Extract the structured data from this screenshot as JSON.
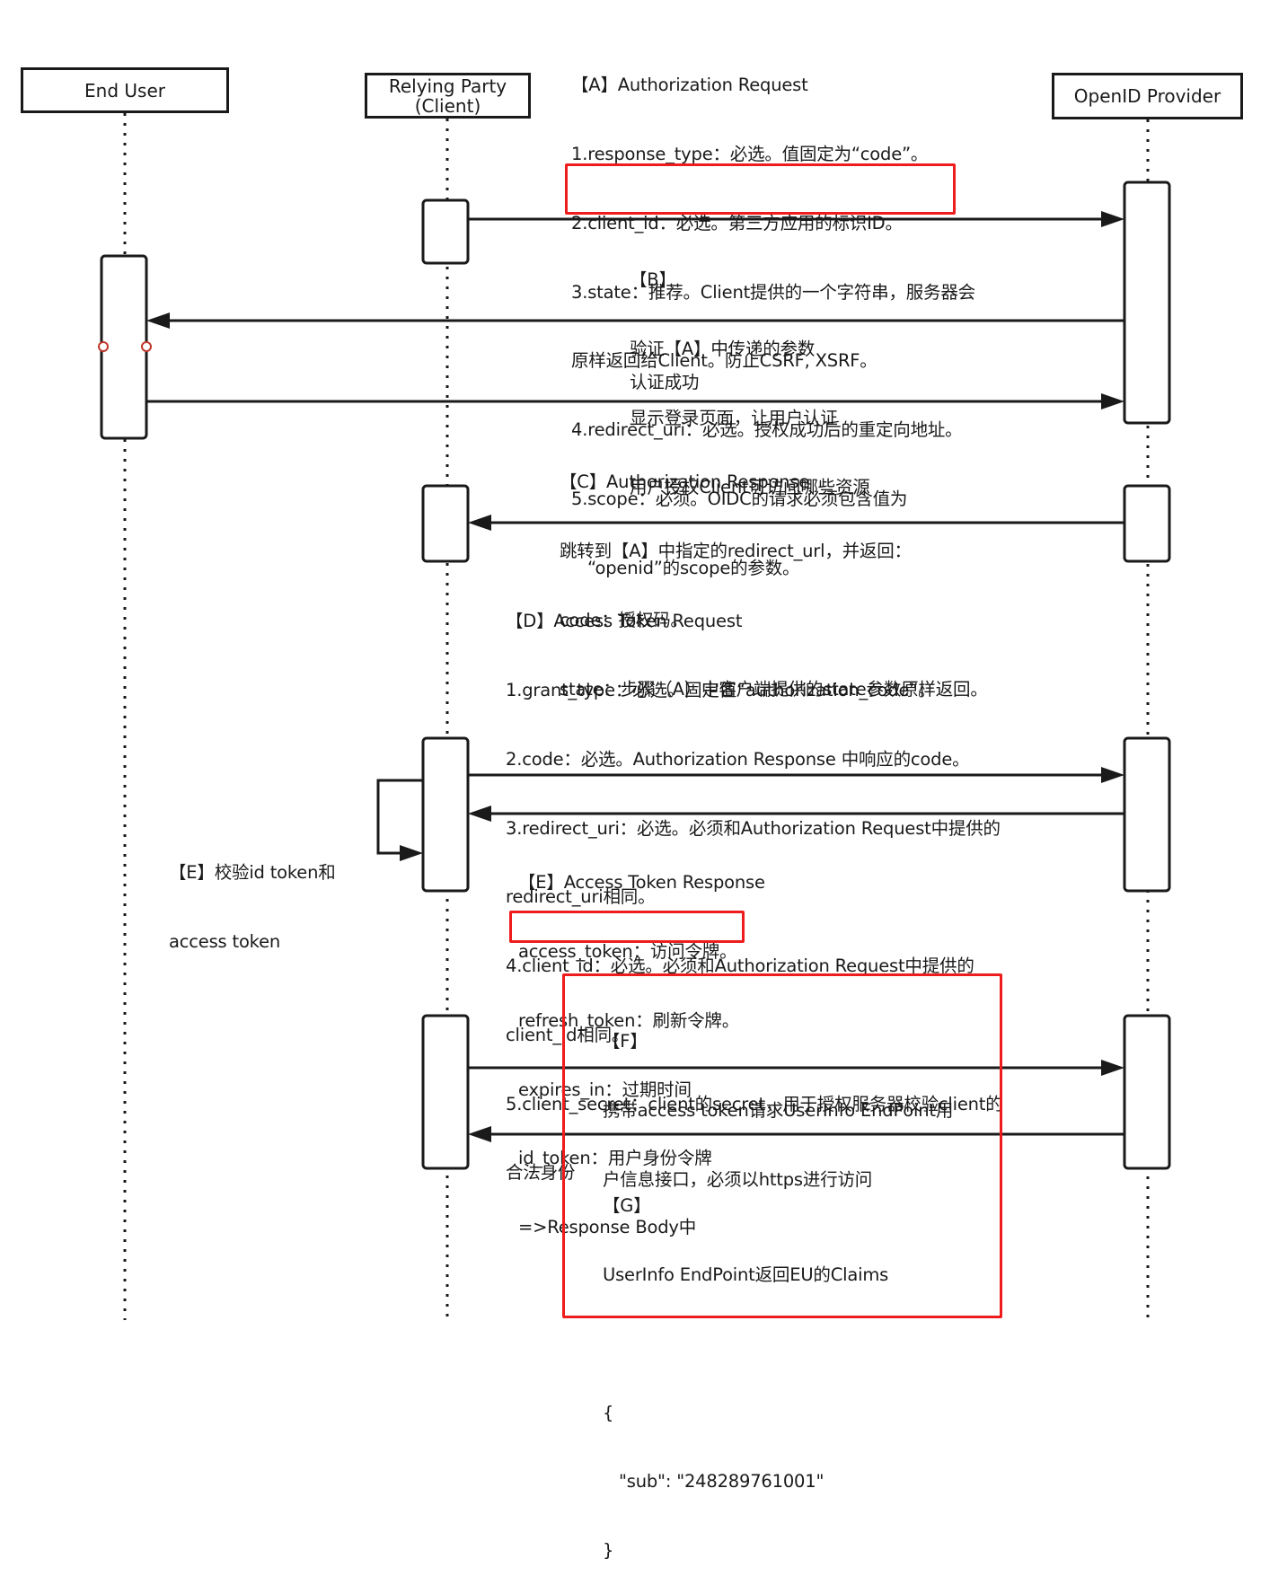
{
  "participants": {
    "end_user": "End User",
    "relying_party": "Relying Party\n(Client)",
    "openid_provider": "OpenID Provider"
  },
  "notes": {
    "a": {
      "title": "【A】Authorization Request",
      "lines": [
        "1.response_type：必选。值固定为“code”。",
        "2.client_id：必选。第三方应用的标识ID。",
        "3.state：推荐。Client提供的一个字符串，服务器会",
        "原样返回给Client。防止CSRF, XSRF。",
        "4.redirect_uri：必选。授权成功后的重定向地址。",
        "5.scope：必须。OIDC的请求必须包含值为",
        "“openid”的scope的参数。"
      ]
    },
    "b": {
      "title": "【B】",
      "lines": [
        "验证【A】中传递的参数",
        "显示登录页面，让用户认证",
        "用户授权Client可访问哪些资源"
      ]
    },
    "auth_ok": "认证成功",
    "c": {
      "title": "【C】Authorization Response",
      "lines": [
        "跳转到【A】中指定的redirect_url，并返回：",
        "code：授权码。",
        "state：步骤（A）中客户端提供的state参数原样返回。"
      ]
    },
    "d": {
      "title": "【D】Access Token Request",
      "lines": [
        "1.grant_type：必选。固定值“authorization_code”。",
        "2.code：必选。Authorization Response 中响应的code。",
        "3.redirect_uri：必选。必须和Authorization Request中提供的",
        "redirect_uri相同。",
        "4.client_id：必选。必须和Authorization Request中提供的",
        "client_id相同。",
        "5.client_secret：client的secret，用于授权服务器校验client的",
        "合法身份"
      ]
    },
    "e_self": {
      "lines": [
        "【E】校验id token和",
        "access token"
      ]
    },
    "e": {
      "title": "【E】Access Token Response",
      "lines": [
        "access_token：访问令牌。",
        "refresh_token：刷新令牌。",
        "expires_in：过期时间",
        "id_token：用户身份令牌",
        "=>Response Body中"
      ]
    },
    "f": {
      "title": "【F】",
      "lines": [
        "携带access token请求UserInfo EndPoint用",
        "户信息接口，必须以https进行访问"
      ]
    },
    "g": {
      "title": "【G】",
      "lines": [
        "UserInfo EndPoint返回EU的Claims",
        "",
        "{",
        "   \"sub\": \"248289761001\"",
        "}"
      ]
    }
  },
  "colors": {
    "line": "#1a1a1a",
    "highlight": "#ee1c1c"
  }
}
